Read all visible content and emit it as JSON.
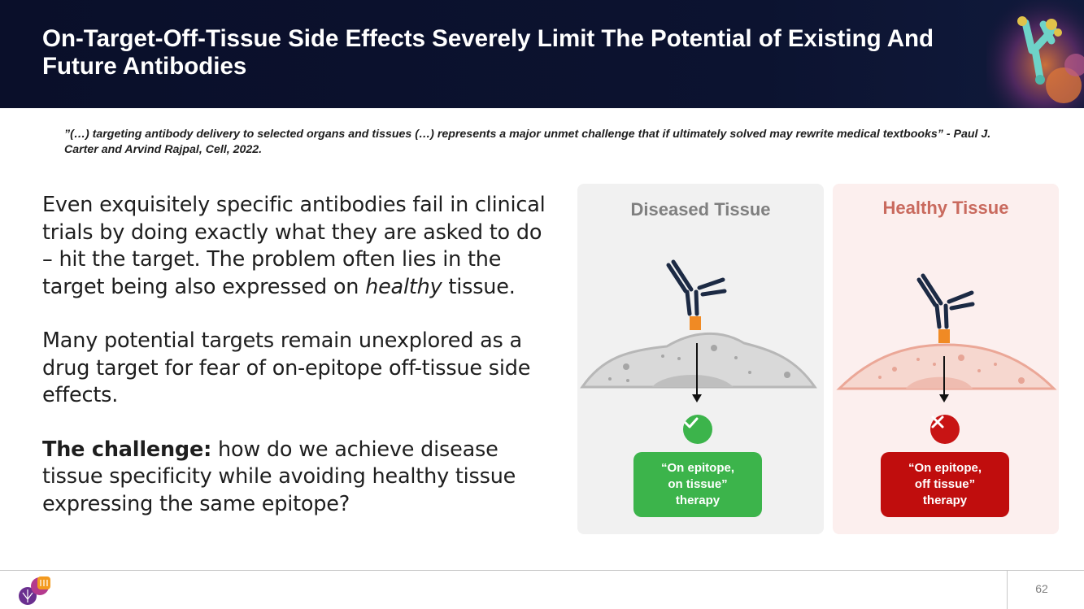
{
  "header": {
    "title": "On-Target-Off-Tissue Side Effects Severely Limit The Potential of Existing And Future Antibodies"
  },
  "quote": {
    "text": "”(…) targeting antibody delivery to selected organs and tissues (…) represents a major unmet challenge that if ultimately solved may rewrite medical textbooks” - Paul J. Carter and Arvind Rajpal, Cell, 2022."
  },
  "body": {
    "p1_start": "Even exquisitely specific antibodies fail in clinical trials by doing exactly what they are asked to do – hit the target. The problem often lies in the target being also expressed on ",
    "p1_em": "healthy",
    "p1_end": " tissue.",
    "p2": "Many potential targets remain unexplored as a drug target for fear of on-epitope off-tissue side effects.",
    "p3_bold": "The challenge:",
    "p3_rest": " how do we achieve disease tissue specificity while avoiding healthy tissue expressing the same epitope?"
  },
  "panels": {
    "diseased": {
      "title": "Diseased Tissue",
      "status_icon": "check-icon",
      "pill_line1": "“On epitope,",
      "pill_line2": "on tissue”",
      "pill_line3": "therapy",
      "color": "#3cb44b"
    },
    "healthy": {
      "title": "Healthy Tissue",
      "status_icon": "x-icon",
      "pill_line1": "“On epitope,",
      "pill_line2": "off tissue”",
      "pill_line3": "therapy",
      "color": "#c00d0d"
    }
  },
  "footer": {
    "page_number": "62"
  },
  "colors": {
    "header_bg": "#0a0f2a",
    "antibody": "#1c2a44",
    "linker": "#f08a24",
    "diseased_tissue": "#d9d9d9",
    "healthy_tissue": "#f6d7cf"
  }
}
